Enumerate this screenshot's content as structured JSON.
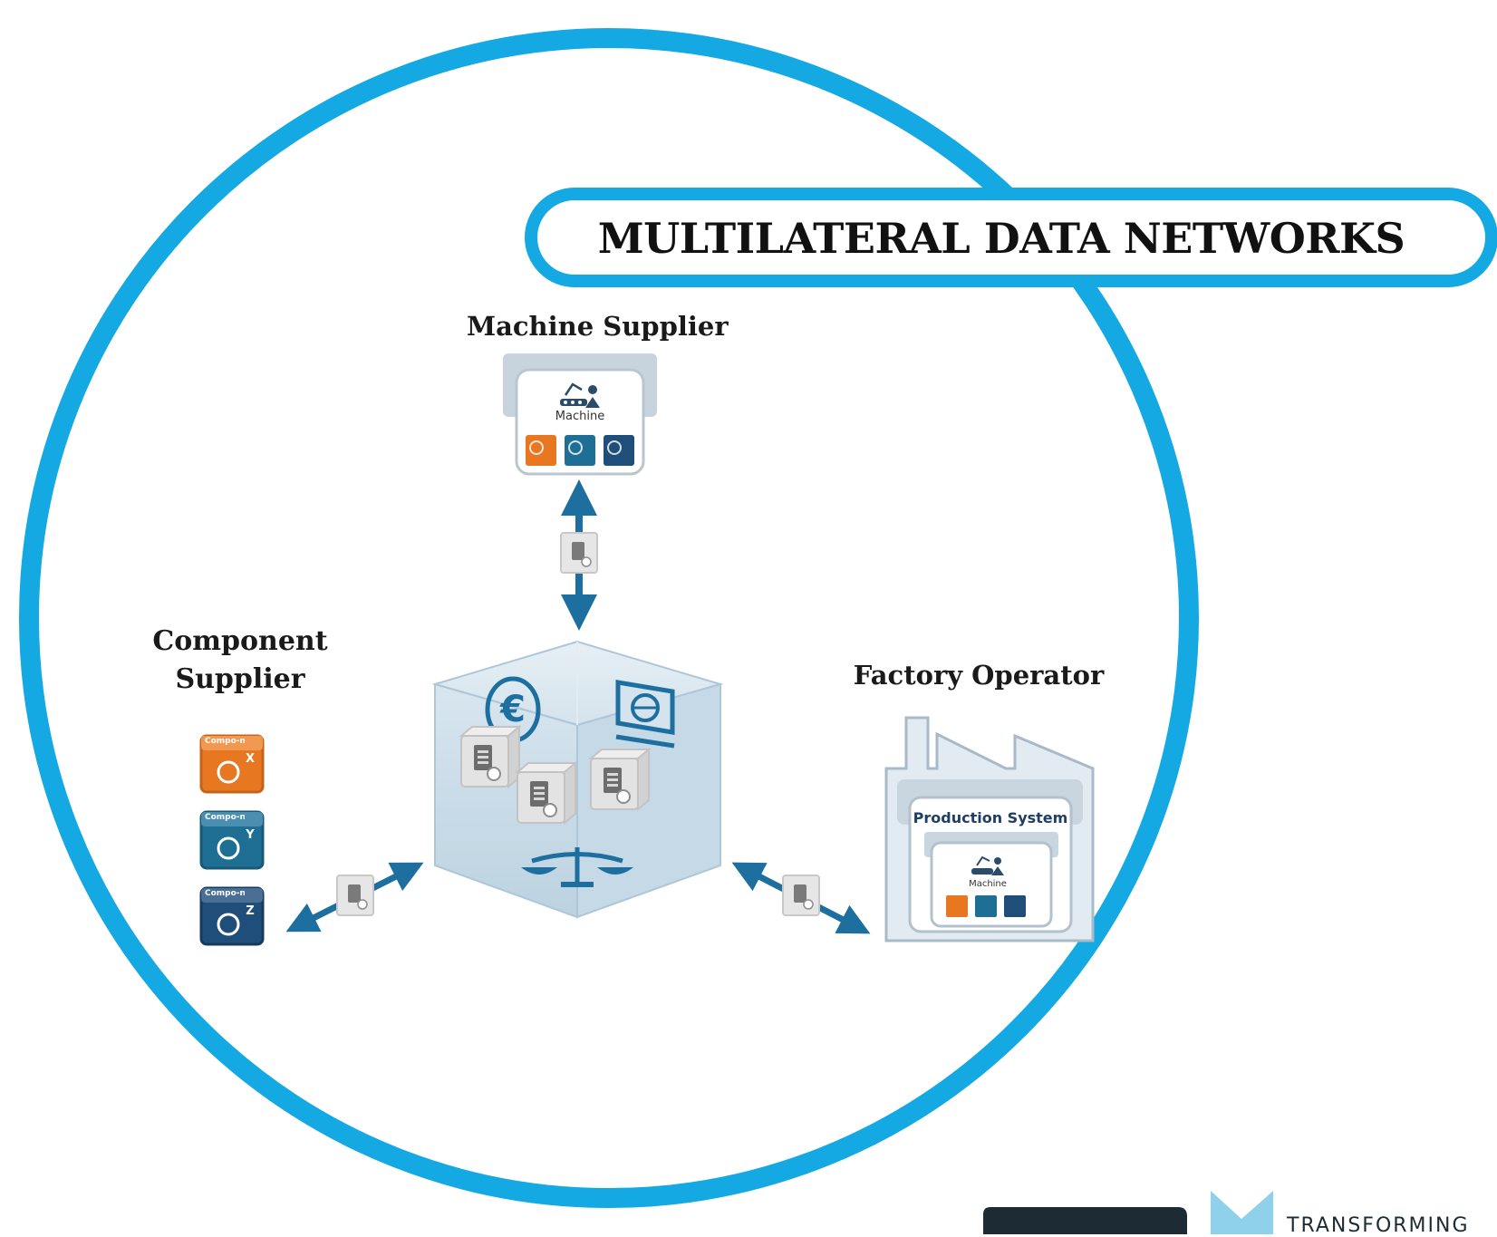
{
  "title": "MULTILATERAL DATA NETWORKS",
  "actors": {
    "machine_supplier": {
      "label": "Machine Supplier",
      "machine_caption": "Machine"
    },
    "component_supplier": {
      "label_line1": "Component",
      "label_line2": "Supplier",
      "components": [
        {
          "caption": "Compo-nent",
          "letter": "X",
          "color": "#e87722"
        },
        {
          "caption": "Compo-nent",
          "letter": "Y",
          "color": "#1f6f95"
        },
        {
          "caption": "Compo-nent",
          "letter": "Z",
          "color": "#1f4e7a"
        }
      ]
    },
    "factory_operator": {
      "label": "Factory Operator",
      "system_caption": "Production System",
      "machine_caption": "Machine"
    }
  },
  "hub": {
    "currency_symbol": "€"
  },
  "logo": {
    "tagline": "TRANSFORMING"
  },
  "colors": {
    "ring": "#14a9e3",
    "arrow": "#1d6fa0",
    "cube_face": "#c9dce8",
    "cube_edge": "#a9c4d6",
    "orange": "#e87722",
    "teal": "#1f6f95",
    "navy": "#1f4e7a"
  },
  "icons": [
    "machine-icon",
    "euro-icon",
    "globe-screen-icon",
    "scale-icon",
    "document-icon",
    "factory-icon"
  ]
}
